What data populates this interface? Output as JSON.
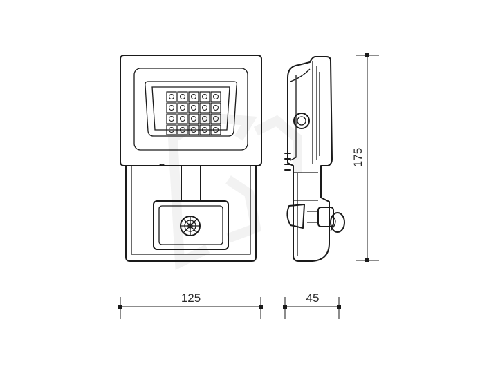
{
  "dimensions": {
    "width": "125",
    "depth": "45",
    "height": "175"
  },
  "colors": {
    "line": "#1a1a1a",
    "watermark": "#f2f2f2",
    "background": "#ffffff"
  },
  "led_grid": {
    "rows": 4,
    "columns": 5
  }
}
